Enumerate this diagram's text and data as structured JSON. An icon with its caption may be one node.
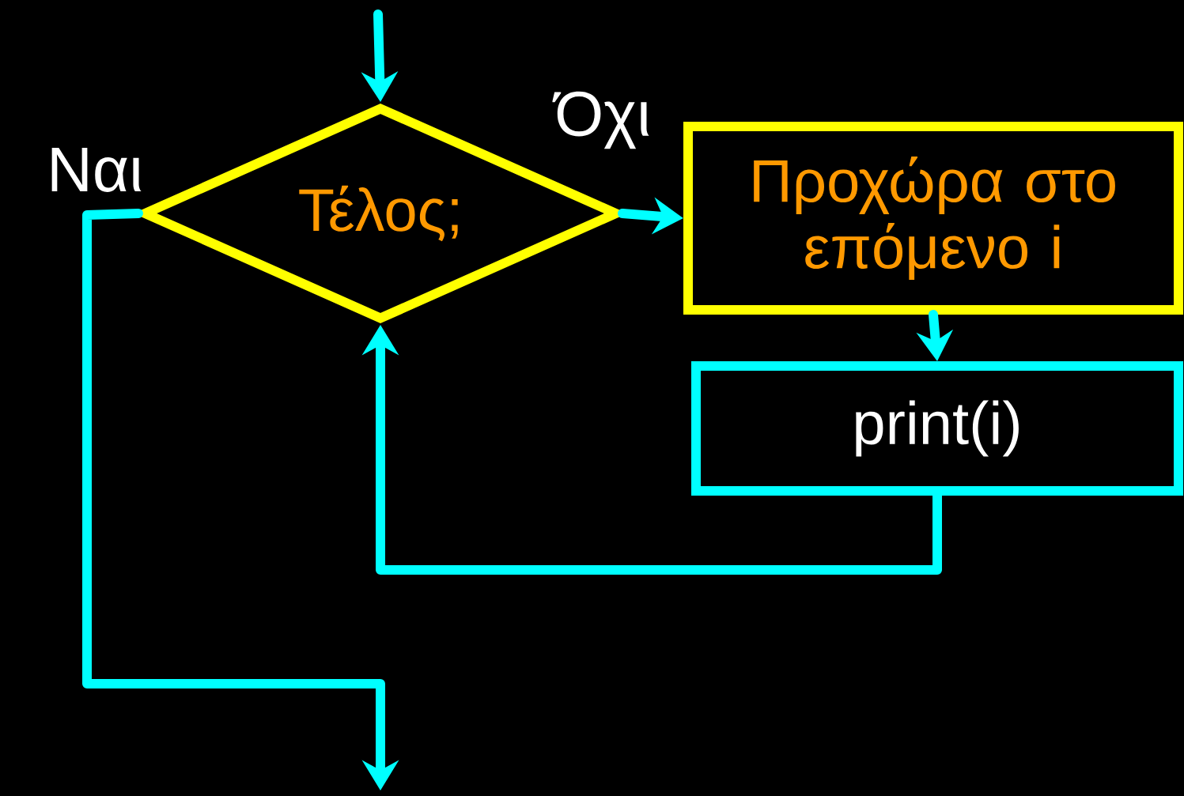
{
  "diagram": {
    "nodes": [
      {
        "text": [
          "Τέλος;"
        ]
      },
      {
        "text": [
          "Προχώρα στο επόμενο i"
        ]
      },
      {
        "text": [
          "print(i)"
        ]
      }
    ],
    "edges": [
      {
        "from": null,
        "to": 0,
        "arrow": "to"
      },
      {
        "from": 0,
        "to": null,
        "arrow": "to",
        "label": "Ναι"
      },
      {
        "from": 0,
        "to": 1,
        "arrow": "to",
        "label": "Όχι"
      },
      {
        "from": 1,
        "to": 2,
        "arrow": "to"
      },
      {
        "from": 2,
        "to": 0,
        "arrow": "to"
      }
    ]
  }
}
